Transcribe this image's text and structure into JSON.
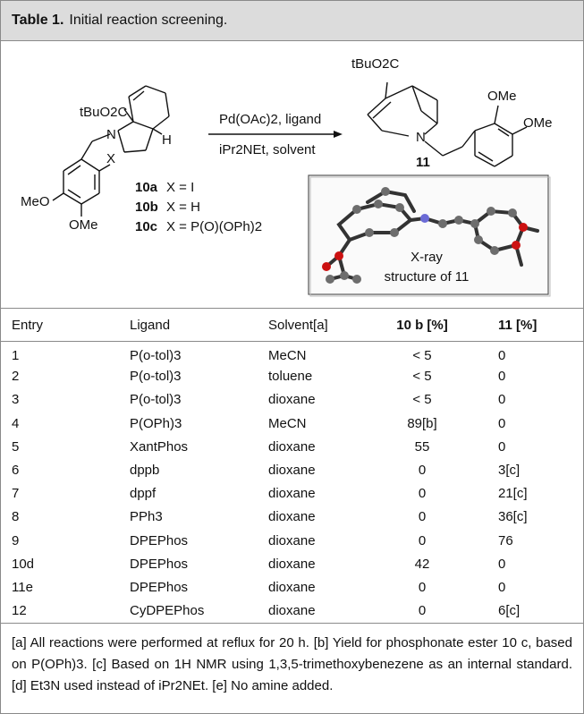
{
  "caption": {
    "label": "Table 1.",
    "text": "Initial reaction screening."
  },
  "scheme": {
    "reactant_ester": "tBuO2C",
    "reactant_h": "H",
    "reactant_x": "X",
    "meo_left": "MeO",
    "ome_bottom": "OMe",
    "compound_10a": "10a",
    "compound_10b": "10b",
    "compound_10c": "10c",
    "def_10a": "X = I",
    "def_10b": "X = H",
    "def_10c": "X = P(O)(OPh)2",
    "conditions_top": "Pd(OAc)2, ligand",
    "conditions_bottom": "iPr2NEt, solvent",
    "product_ester": "tBuO2C",
    "product_n": "N",
    "product_ome1": "OMe",
    "product_ome2": "OMe",
    "product_label": "11",
    "xray_line1": "X-ray",
    "xray_line2": "structure of 11"
  },
  "table": {
    "headers": [
      "Entry",
      "Ligand",
      "Solvent[a]",
      "10 b [%]",
      "11 [%]"
    ],
    "rows": [
      [
        "1",
        "P(o-tol)3",
        "MeCN",
        "< 5",
        "0"
      ],
      [
        "2",
        "P(o-tol)3",
        "toluene",
        "< 5",
        "0"
      ],
      [
        "3",
        "P(o-tol)3",
        "dioxane",
        "< 5",
        "0"
      ],
      [
        "4",
        "P(OPh)3",
        "MeCN",
        "89[b]",
        "0"
      ],
      [
        "5",
        "XantPhos",
        "dioxane",
        "55",
        "0"
      ],
      [
        "6",
        "dppb",
        "dioxane",
        "0",
        "3[c]"
      ],
      [
        "7",
        "dppf",
        "dioxane",
        "0",
        "21[c]"
      ],
      [
        "8",
        "PPh3",
        "dioxane",
        "0",
        "36[c]"
      ],
      [
        "9",
        "DPEPhos",
        "dioxane",
        "0",
        "76"
      ],
      [
        "10d",
        "DPEPhos",
        "dioxane",
        "42",
        "0"
      ],
      [
        "11e",
        "DPEPhos",
        "dioxane",
        "0",
        "0"
      ],
      [
        "12",
        "CyDPEPhos",
        "dioxane",
        "0",
        "6[c]"
      ]
    ]
  },
  "footnotes": "[a] All reactions were performed at reflux for 20 h. [b] Yield for phosphonate ester 10 c, based on P(OPh)3. [c] Based on 1H NMR using 1,3,5-trimethoxybenezene as an internal standard. [d] Et3N used instead of iPr2NEt. [e] No amine added."
}
